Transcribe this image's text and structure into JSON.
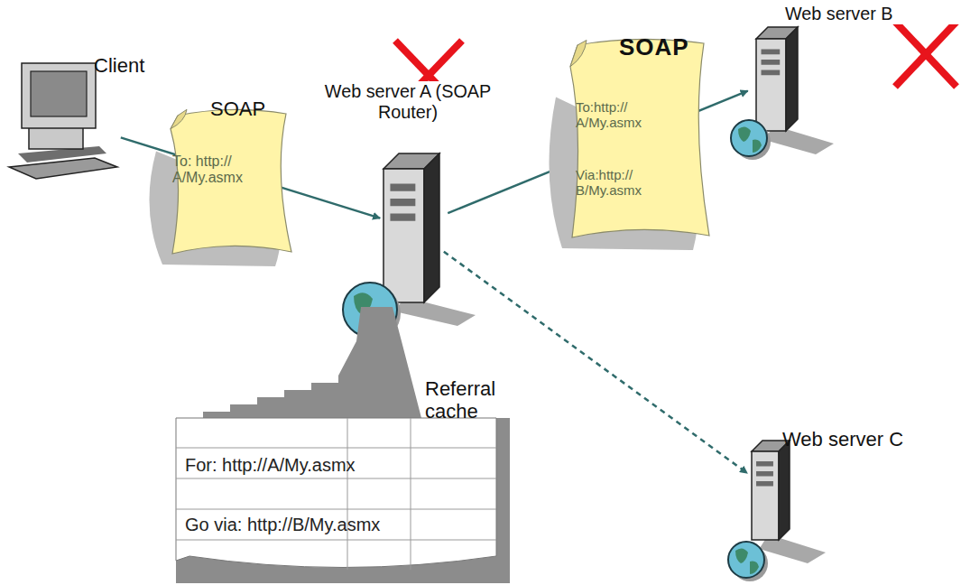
{
  "diagram": {
    "nodes": [
      {
        "text": [
          "Client"
        ]
      },
      {
        "text": [
          "SOAP",
          "To: http:// A/My.asmx"
        ]
      },
      {
        "text": [
          "Web server A (SOAP Router)"
        ]
      },
      {
        "text": [
          "SOAP",
          "To:http:// A/My.asmx",
          "Via:http:// B/My.asmx"
        ]
      },
      {
        "text": [
          "Web server B"
        ]
      },
      {
        "text": [
          "Referral cache",
          "For: http://A/My.asmx",
          "Go via: http://B/My.asmx"
        ]
      },
      {
        "text": [
          "Web server C"
        ]
      }
    ],
    "edges": [
      {
        "from": 0,
        "to": 2,
        "arrow": "to"
      },
      {
        "from": 2,
        "to": 4,
        "arrow": "to"
      },
      {
        "from": 2,
        "to": 6,
        "arrow": "to"
      }
    ]
  }
}
